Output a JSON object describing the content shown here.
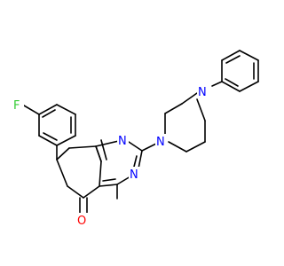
{
  "molecule": {
    "atom_labels": {
      "fluorine": "F",
      "nitrogen_top": "N",
      "nitrogen_bottom": "N",
      "piperazine_n1": "N",
      "piperazine_n4": "N",
      "carbonyl_oxygen": "O"
    },
    "colors": {
      "bond": "#000000",
      "fluorine": "#33cc33",
      "nitrogen": "#0000ff",
      "oxygen": "#ff0000",
      "background": "#ffffff"
    }
  }
}
